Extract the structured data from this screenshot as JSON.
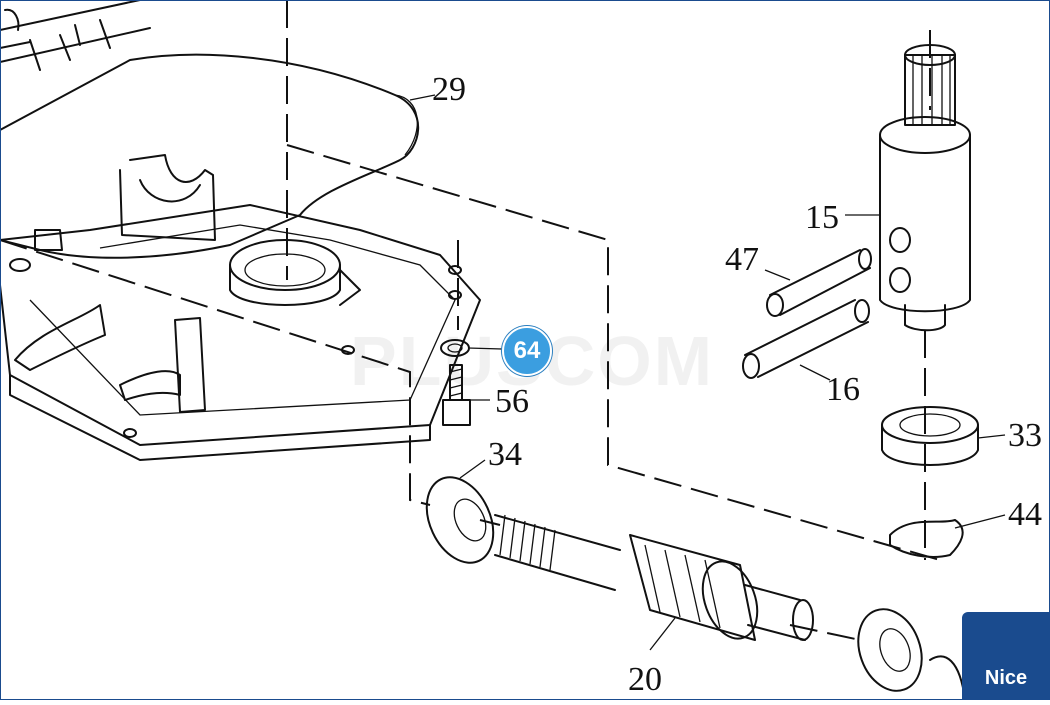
{
  "diagram": {
    "part_labels": [
      {
        "id": "p29",
        "text": "29"
      },
      {
        "id": "p15",
        "text": "15"
      },
      {
        "id": "p47",
        "text": "47"
      },
      {
        "id": "p16",
        "text": "16"
      },
      {
        "id": "p56",
        "text": "56"
      },
      {
        "id": "p34",
        "text": "34"
      },
      {
        "id": "p33",
        "text": "33"
      },
      {
        "id": "p44",
        "text": "44"
      },
      {
        "id": "p20",
        "text": "20"
      }
    ],
    "highlight_badge": {
      "text": "64",
      "color": "#3b9ee0"
    },
    "watermark": "PLUSCOM",
    "brand": {
      "text": "Nice",
      "color": "#1a4b8e"
    }
  }
}
